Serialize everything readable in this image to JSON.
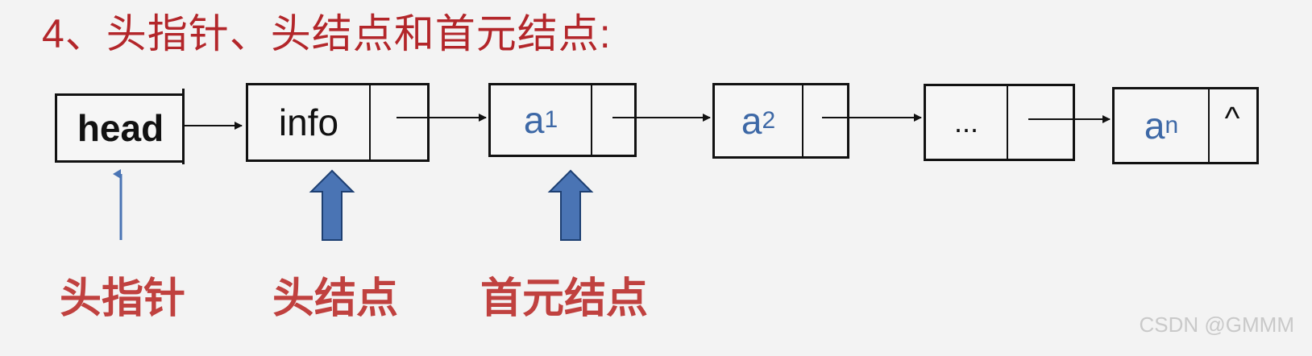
{
  "title": "4、头指针、头结点和首元结点:",
  "nodes": {
    "head": "head",
    "info": "info",
    "a1": {
      "base": "a",
      "sub": "1"
    },
    "a2": {
      "base": "a",
      "sub": "2"
    },
    "ellipsis": "...",
    "an": {
      "base": "a",
      "sub": "n"
    },
    "null_marker": "^"
  },
  "labels": {
    "head_pointer": "头指针",
    "head_node": "头结点",
    "first_node": "首元结点"
  },
  "colors": {
    "title": "#b3262a",
    "label": "#c0413f",
    "value_text": "#3d68a6",
    "block_arrow": "#4a74b4",
    "thin_arrow": "#4a74b4"
  },
  "watermark": "CSDN @GMMM"
}
